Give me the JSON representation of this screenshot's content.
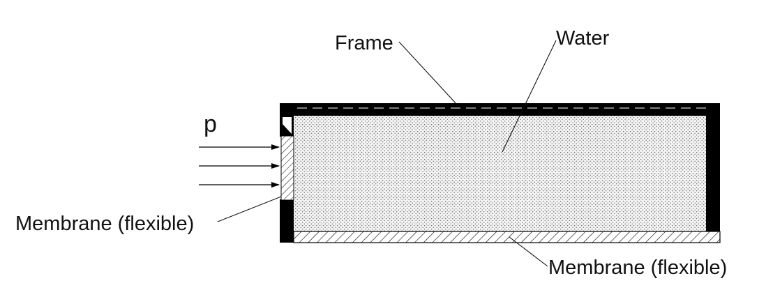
{
  "labels": {
    "frame": "Frame",
    "water": "Water",
    "pressure": "p",
    "membrane_left": "Membrane (flexible)",
    "membrane_bottom": "Membrane (flexible)"
  },
  "colors": {
    "frame": "#000000",
    "water_fill": "#f2f2f2",
    "water_dots": "#555555",
    "hatch": "#000000",
    "line": "#111111"
  },
  "pressure_arrow_count": 3
}
